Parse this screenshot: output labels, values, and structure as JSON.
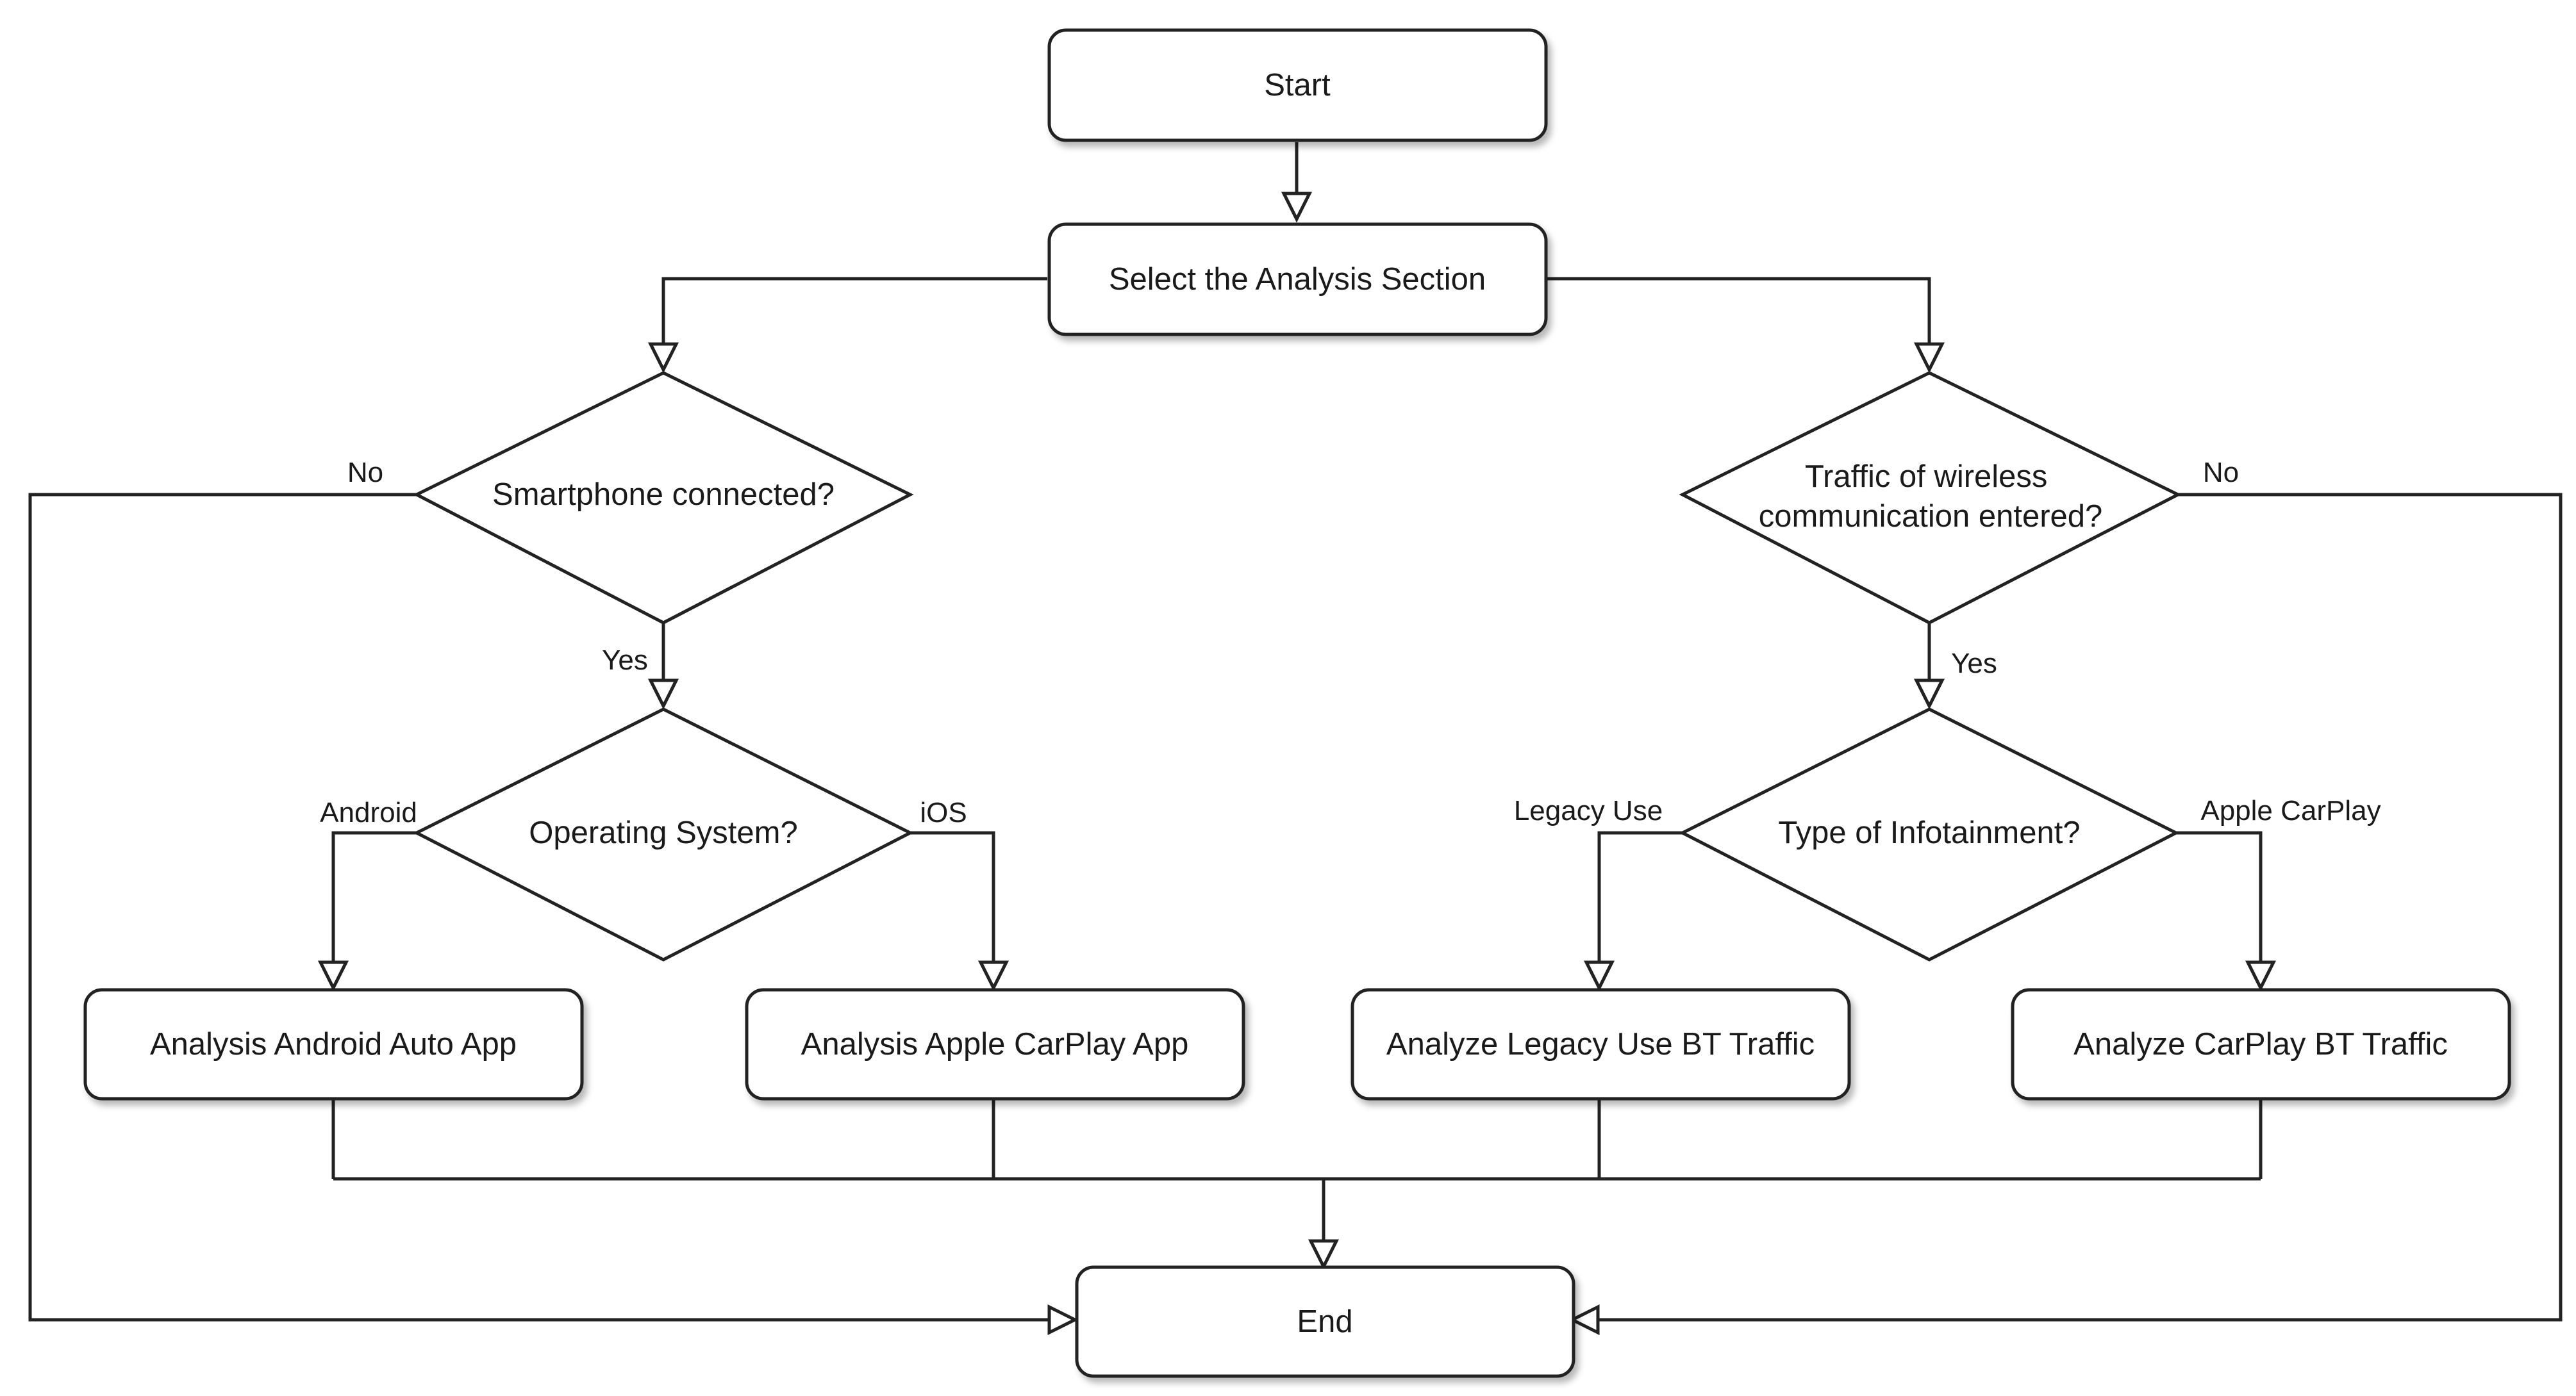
{
  "nodes": {
    "start": "Start",
    "select_section": "Select the Analysis Section",
    "smartphone_connected": "Smartphone connected?",
    "traffic_wireless": [
      "Traffic of wireless",
      "communication entered?"
    ],
    "operating_system": "Operating System?",
    "type_infotainment": "Type of Infotainment?",
    "android_app": "Analysis Android Auto App",
    "carplay_app": "Analysis Apple CarPlay App",
    "legacy_bt": "Analyze Legacy Use BT Traffic",
    "carplay_bt": "Analyze CarPlay BT Traffic",
    "end": "End"
  },
  "edge_labels": {
    "smartphone_no": "No",
    "smartphone_yes": "Yes",
    "traffic_no": "No",
    "traffic_yes": "Yes",
    "os_android": "Android",
    "os_ios": "iOS",
    "infotainment_legacy": "Legacy Use",
    "infotainment_carplay": "Apple CarPlay"
  }
}
